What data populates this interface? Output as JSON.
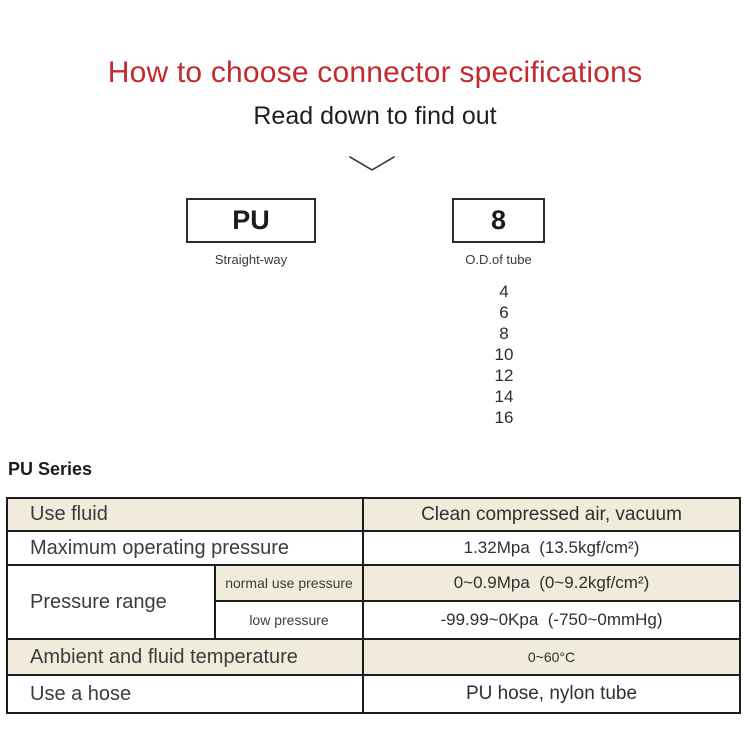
{
  "header": {
    "title": "How to choose connector specifications",
    "subtitle": "Read down to find out"
  },
  "model_code": {
    "series_box_label": "PU",
    "series_box_caption": "Straight-way",
    "size_box_label": "8",
    "size_box_caption": "O.D.of tube",
    "size_options": [
      "4",
      "6",
      "8",
      "10",
      "12",
      "14",
      "16"
    ]
  },
  "series_section": {
    "heading": "PU Series",
    "spec_table": {
      "use_fluid": {
        "label": "Use fluid",
        "value": "Clean compressed air, vacuum"
      },
      "max_pressure": {
        "label": "Maximum operating pressure",
        "value": "1.32Mpa  (13.5kgf/cm²)"
      },
      "pressure_range": {
        "label": "Pressure range",
        "normal": {
          "label": "normal use pressure",
          "value": "0~0.9Mpa  (0~9.2kgf/cm²)"
        },
        "low": {
          "label": "low pressure",
          "value": "-99.99~0Kpa  (-750~0mmHg)"
        }
      },
      "temperature": {
        "label": "Ambient and fluid temperature",
        "value": "0~60°C"
      },
      "hose": {
        "label": "Use a hose",
        "value": "PU hose, nylon tube"
      }
    }
  },
  "colors": {
    "accent_red": "#c5292d",
    "row_tint": "#f1ebdb",
    "table_border": "#1d1d1d"
  }
}
